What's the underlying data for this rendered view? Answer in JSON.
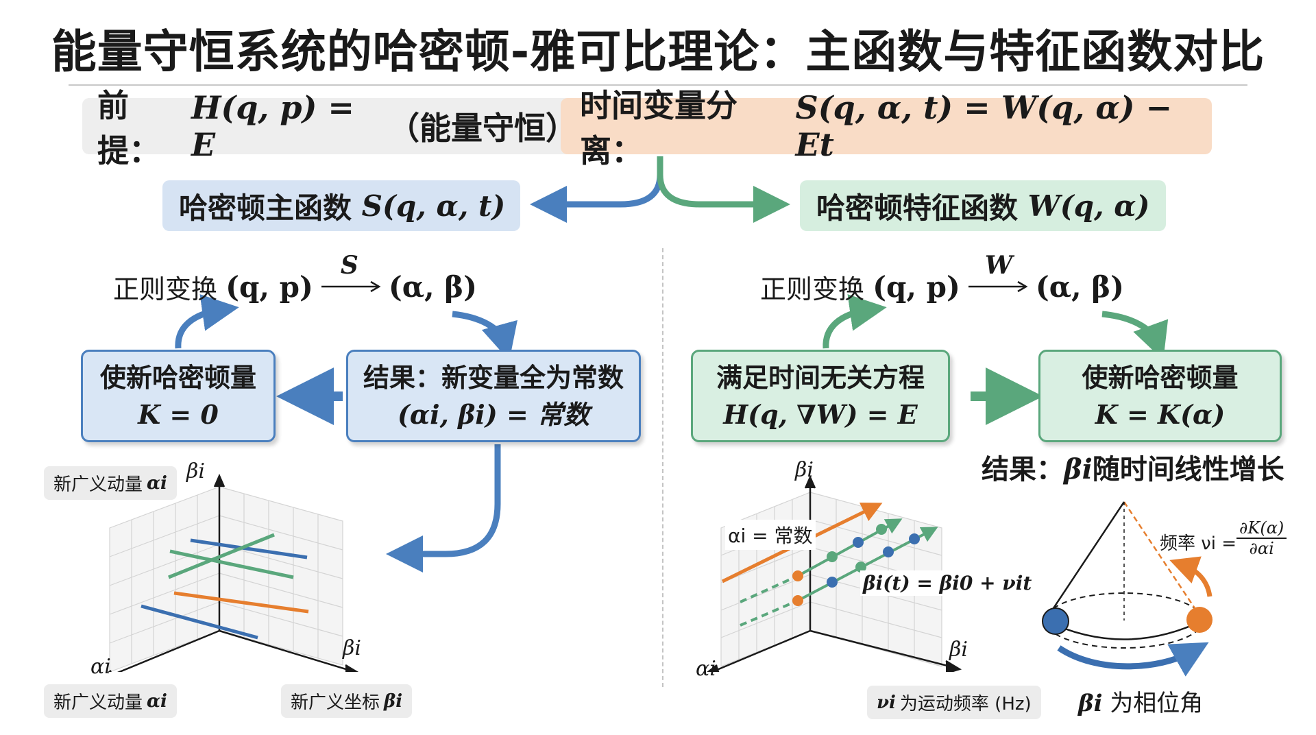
{
  "title": "能量守恒系统的哈密顿-雅可比理论：主函数与特征函数对比",
  "premise": {
    "prefix": "前提：",
    "equation": "H(q, p) = E",
    "note": "（能量守恒）"
  },
  "separation": {
    "prefix": "时间变量分离：",
    "equation": "S(q, α, t) = W(q, α) − Et"
  },
  "left": {
    "function": {
      "label": "哈密顿主函数",
      "symbol": "S(q, α, t)"
    },
    "transform": {
      "label": "正则变换",
      "from": "(q, p)",
      "arrow": "S",
      "to": "(α, β)"
    },
    "box_new_h": {
      "line1": "使新哈密顿量",
      "line2": "K = 0"
    },
    "box_result": {
      "line1": "结果：新变量全为常数",
      "line2": "(αi, βi) = 常数"
    },
    "plot": {
      "axis_y": "βi",
      "axis_x": "αi",
      "axis_z": "βi",
      "tag_top": {
        "text": "新广义动量",
        "sym": "αi"
      },
      "tag_bottom_left": {
        "text": "新广义动量",
        "sym": "αi"
      },
      "tag_bottom_right": {
        "text": "新广义坐标",
        "sym": "βi"
      }
    }
  },
  "right": {
    "function": {
      "label": "哈密顿特征函数",
      "symbol": "W(q, α)"
    },
    "transform": {
      "label": "正则变换",
      "from": "(q, p)",
      "arrow": "W",
      "to": "(α, β)"
    },
    "box_equation": {
      "line1": "满足时间无关方程",
      "line2": "H(q, ∇W) = E"
    },
    "box_new_h": {
      "line1": "使新哈密顿量",
      "line2": "K = K(α)"
    },
    "result": {
      "prefix": "结果：",
      "sym": "βi",
      "text": "随时间线性增长"
    },
    "plot": {
      "axis_y": "βi",
      "axis_x": "αi",
      "axis_z": "βi",
      "const_label": "αi = 常数",
      "motion_eq": "βi(t) = βi0 + νit",
      "tag_bottom": {
        "sym": "νi",
        "text": "为运动频率 (Hz)"
      }
    },
    "cone": {
      "freq_label": "频率 νi =",
      "freq_num": "∂K(α)",
      "freq_den": "∂αi",
      "phase_label": "为相位角",
      "phase_sym": "βi"
    }
  },
  "colors": {
    "blue": "#4a7fbe",
    "green": "#5aa77c",
    "orange": "#e67e2e",
    "peach": "#f9dcc6"
  }
}
